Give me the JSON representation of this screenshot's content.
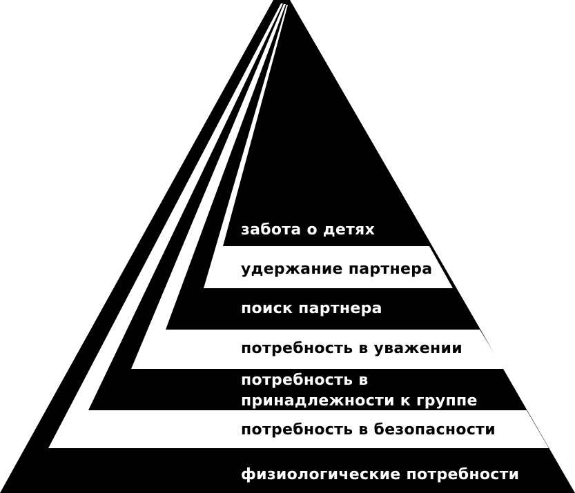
{
  "diagram": {
    "colors": {
      "dark": "#000000",
      "light": "#ffffff",
      "background": "#ffffff"
    },
    "levels": [
      {
        "label_lines": [
          "забота о детях"
        ],
        "fill": "dark"
      },
      {
        "label_lines": [
          "удержание партнера"
        ],
        "fill": "light"
      },
      {
        "label_lines": [
          "поиск партнера"
        ],
        "fill": "dark"
      },
      {
        "label_lines": [
          "потребность в уважении"
        ],
        "fill": "light"
      },
      {
        "label_lines": [
          "потребность в",
          "принадлежности к группе"
        ],
        "fill": "dark"
      },
      {
        "label_lines": [
          "потребность в безопасности"
        ],
        "fill": "light"
      },
      {
        "label_lines": [
          "физиологические потребности"
        ],
        "fill": "dark"
      }
    ]
  }
}
